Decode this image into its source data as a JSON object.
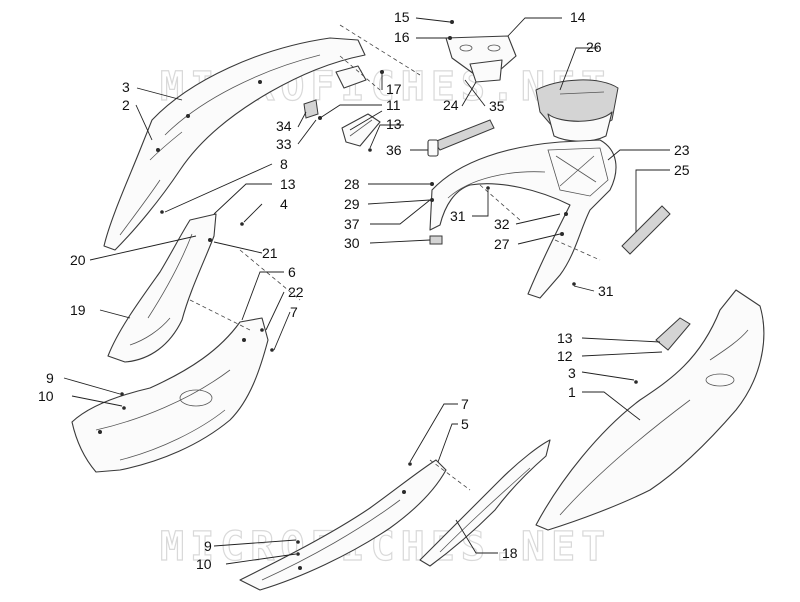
{
  "watermark": {
    "text": "MICROFICHES.NET"
  },
  "callouts": [
    {
      "id": "c15",
      "text": "15"
    },
    {
      "id": "c14",
      "text": "14"
    },
    {
      "id": "c16",
      "text": "16"
    },
    {
      "id": "c26",
      "text": "26"
    },
    {
      "id": "c3a",
      "text": "3"
    },
    {
      "id": "c2",
      "text": "2"
    },
    {
      "id": "c17",
      "text": "17"
    },
    {
      "id": "c11",
      "text": "11"
    },
    {
      "id": "c24",
      "text": "24"
    },
    {
      "id": "c35",
      "text": "35"
    },
    {
      "id": "c34",
      "text": "34"
    },
    {
      "id": "c13a",
      "text": "13"
    },
    {
      "id": "c33",
      "text": "33"
    },
    {
      "id": "c36",
      "text": "36"
    },
    {
      "id": "c23",
      "text": "23"
    },
    {
      "id": "c8",
      "text": "8"
    },
    {
      "id": "c25",
      "text": "25"
    },
    {
      "id": "c13b",
      "text": "13"
    },
    {
      "id": "c28",
      "text": "28"
    },
    {
      "id": "c4",
      "text": "4"
    },
    {
      "id": "c29",
      "text": "29"
    },
    {
      "id": "c37",
      "text": "37"
    },
    {
      "id": "c31a",
      "text": "31"
    },
    {
      "id": "c32",
      "text": "32"
    },
    {
      "id": "c30",
      "text": "30"
    },
    {
      "id": "c27",
      "text": "27"
    },
    {
      "id": "c21",
      "text": "21"
    },
    {
      "id": "c20",
      "text": "20"
    },
    {
      "id": "c6",
      "text": "6"
    },
    {
      "id": "c31b",
      "text": "31"
    },
    {
      "id": "c22",
      "text": "22"
    },
    {
      "id": "c19",
      "text": "19"
    },
    {
      "id": "c7a",
      "text": "7"
    },
    {
      "id": "c13c",
      "text": "13"
    },
    {
      "id": "c12",
      "text": "12"
    },
    {
      "id": "c3b",
      "text": "3"
    },
    {
      "id": "c9a",
      "text": "9"
    },
    {
      "id": "c1",
      "text": "1"
    },
    {
      "id": "c10a",
      "text": "10"
    },
    {
      "id": "c7b",
      "text": "7"
    },
    {
      "id": "c5",
      "text": "5"
    },
    {
      "id": "c9b",
      "text": "9"
    },
    {
      "id": "c18",
      "text": "18"
    },
    {
      "id": "c10b",
      "text": "10"
    }
  ]
}
